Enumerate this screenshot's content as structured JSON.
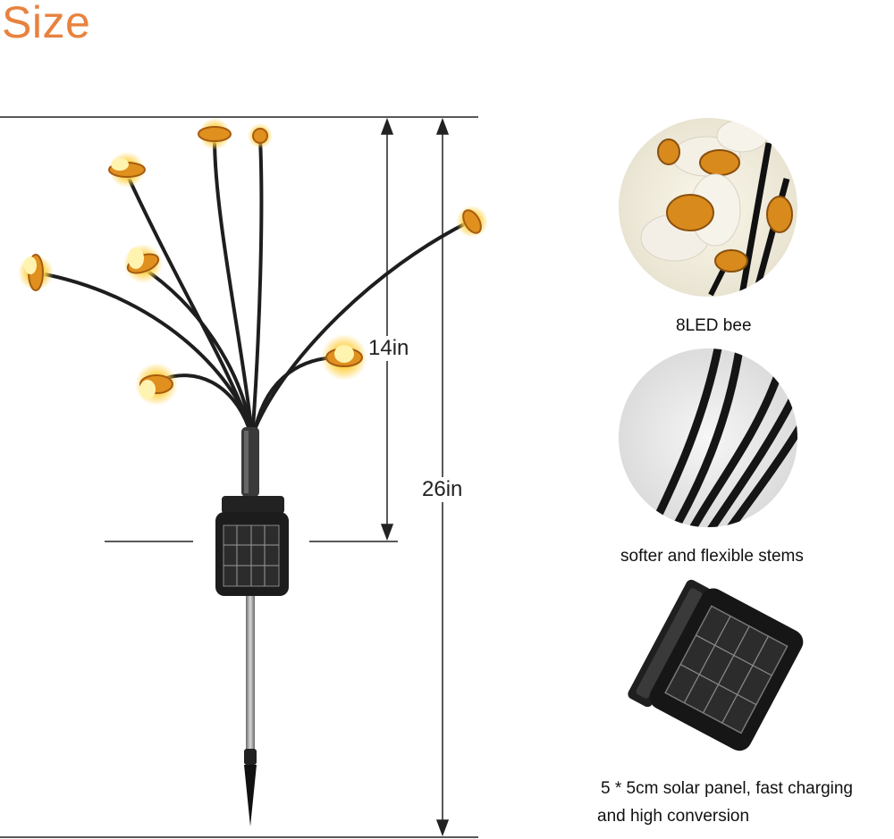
{
  "title": "Size",
  "dimensions": {
    "stem_height": "14in",
    "total_height": "26in"
  },
  "features": [
    {
      "caption": "8LED bee",
      "icon": "bee-closeup-icon"
    },
    {
      "caption": "softer and flexible stems",
      "icon": "stems-closeup-icon"
    },
    {
      "caption_line1": "5 * 5cm solar panel, fast charging",
      "caption_line2": "and high conversion",
      "icon": "solar-panel-icon"
    }
  ],
  "colors": {
    "title": "#e8823e",
    "bee_amber": "#e0901e",
    "stem": "#1e1e1e",
    "glow": "#ffd75a"
  }
}
